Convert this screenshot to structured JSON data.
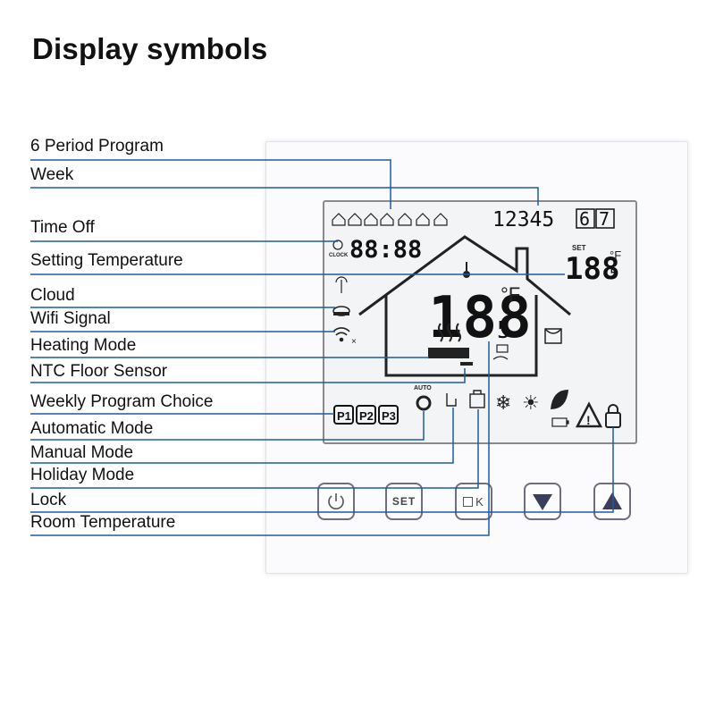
{
  "title": "Display symbols",
  "labels": [
    {
      "id": "six-period-program",
      "text": "6 Period Program"
    },
    {
      "id": "week",
      "text": "Week"
    },
    {
      "id": "time-off",
      "text": "Time Off"
    },
    {
      "id": "setting-temperature",
      "text": "Setting Temperature"
    },
    {
      "id": "cloud",
      "text": "Cloud"
    },
    {
      "id": "wifi-signal",
      "text": "Wifi Signal"
    },
    {
      "id": "heating-mode",
      "text": "Heating Mode"
    },
    {
      "id": "ntc-floor-sensor",
      "text": "NTC Floor Sensor"
    },
    {
      "id": "weekly-program-choice",
      "text": "Weekly Program Choice"
    },
    {
      "id": "automatic-mode",
      "text": "Automatic Mode"
    },
    {
      "id": "manual-mode",
      "text": "Manual Mode"
    },
    {
      "id": "holiday-mode",
      "text": "Holiday Mode"
    },
    {
      "id": "lock",
      "text": "Lock"
    },
    {
      "id": "room-temperature",
      "text": "Room Temperature"
    }
  ],
  "display": {
    "week_days": "12345",
    "week_day_6": "6",
    "week_day_7": "7",
    "clock": "88:88",
    "clock_label": "CLOCK",
    "set_label": "SET",
    "set_temp": "188",
    "set_temp_decimal": "5",
    "set_unit": "°F",
    "room_temp": "188",
    "room_temp_decimal": "5",
    "room_unit": "°F",
    "auto_label": "AUTO",
    "programs": [
      "P1",
      "P2",
      "P3"
    ],
    "icons": [
      "six-period-icons",
      "clock-icon",
      "thermometer-icon",
      "wifi-antenna-icon",
      "cloud-icon",
      "wifi-icon",
      "heating-icon",
      "floor-sensor-icon",
      "window-icon",
      "snowflake-icon",
      "sun-icon",
      "leaf-icon",
      "battery-icon",
      "warning-icon",
      "lock-icon",
      "auto-icon",
      "hand-icon",
      "holiday-icon"
    ]
  },
  "buttons": {
    "power": "power-icon",
    "set": "SET",
    "ok_o": "O",
    "ok_k": "K",
    "down": "down-arrow-icon",
    "up": "up-arrow-icon"
  },
  "colors": {
    "leader_line": "#1f5aa6",
    "lcd_text": "#111111",
    "button_border": "#6e6e80",
    "arrow_fill": "#3a3d5c"
  }
}
